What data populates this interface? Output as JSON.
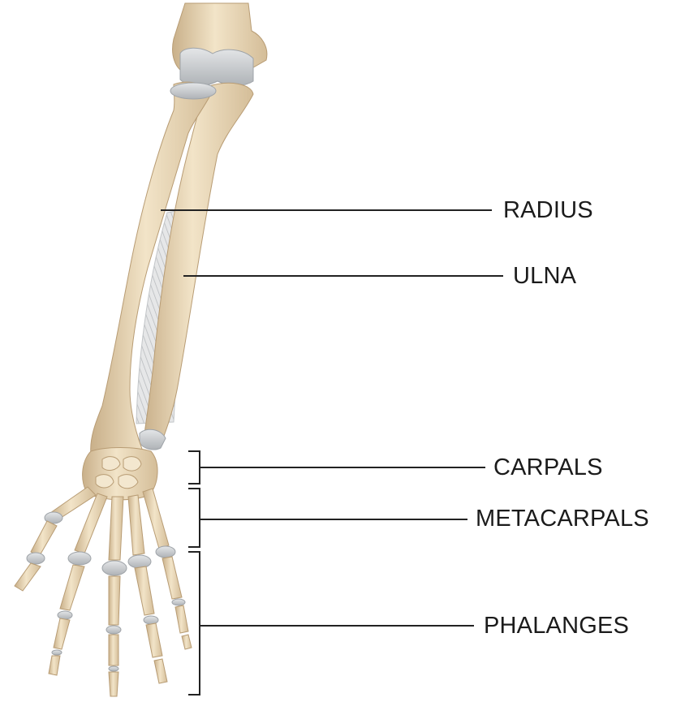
{
  "labels": {
    "radius": "RADIUS",
    "ulna": "ULNA",
    "carpals": "CARPALS",
    "metacarpals": "METACARPALS",
    "phalanges": "PHALANGES"
  },
  "colors": {
    "bone": "#e8d6b4",
    "bone_shadow": "#c9b08a",
    "bone_highlight": "#f6ecd8",
    "cartilage": "#c9ccd0",
    "membrane": "#d9dbdc",
    "line": "#222222"
  }
}
